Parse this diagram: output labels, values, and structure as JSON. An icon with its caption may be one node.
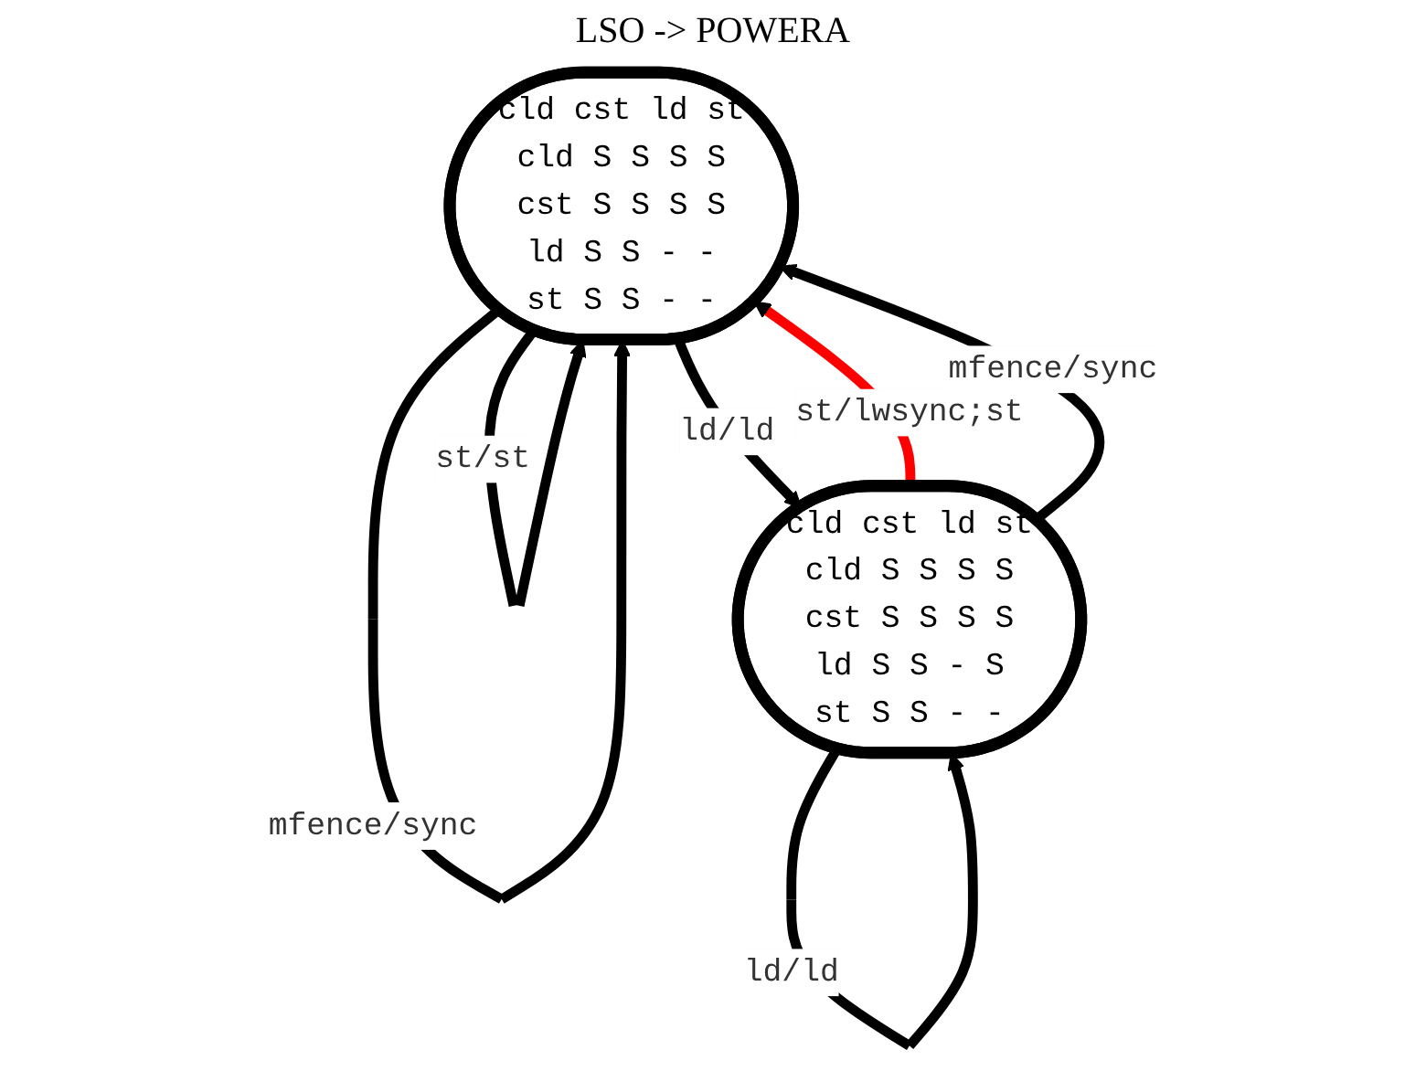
{
  "diagram": {
    "title": "LSO -> POWERA",
    "nodes": [
      {
        "text": [
          "cld cst ld st",
          "cld S S S S",
          "cst S S S S",
          "ld S S - -",
          "st S S - -"
        ]
      },
      {
        "text": [
          "cld cst ld st",
          "cld S S S S",
          "cst S S S S",
          "ld S S - S",
          "st S S - -"
        ]
      }
    ],
    "edges": [
      {
        "from": 0,
        "to": 0,
        "arrow": "to",
        "label": "mfence/sync"
      },
      {
        "from": 0,
        "to": 0,
        "arrow": "to",
        "label": "st/st"
      },
      {
        "from": 0,
        "to": 1,
        "arrow": "to",
        "label": "ld/ld"
      },
      {
        "from": 1,
        "to": 0,
        "arrow": "to",
        "label": "st/lwsync;st",
        "color": "#ff0000"
      },
      {
        "from": 1,
        "to": 0,
        "arrow": "to",
        "label": "mfence/sync"
      },
      {
        "from": 1,
        "to": 1,
        "arrow": "to",
        "label": "ld/ld"
      }
    ]
  }
}
